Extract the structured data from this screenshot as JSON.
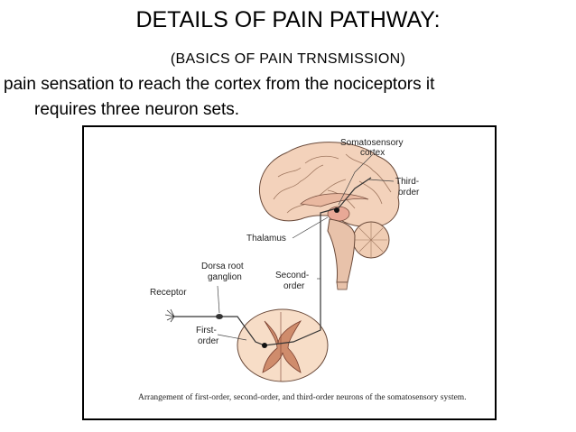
{
  "slide": {
    "title": "DETAILS OF PAIN PATHWAY:",
    "subtitle": "(BASICS OF PAIN TRNSMISSION)",
    "body_line1": "pain sensation to reach the cortex from the nociceptors it",
    "body_line2": "requires three neuron sets."
  },
  "figure": {
    "labels": {
      "somatosensory_1": "Somatosensory",
      "somatosensory_2": "cortex",
      "third_1": "Third-",
      "third_2": "order",
      "thalamus": "Thalamus",
      "dorsa_1": "Dorsa root",
      "dorsa_2": "ganglion",
      "second_1": "Second-",
      "second_2": "order",
      "receptor": "Receptor",
      "first_1": "First-",
      "first_2": "order"
    },
    "caption": "Arrangement of first-order, second-order, and third-order neurons of the somatosensory system."
  }
}
